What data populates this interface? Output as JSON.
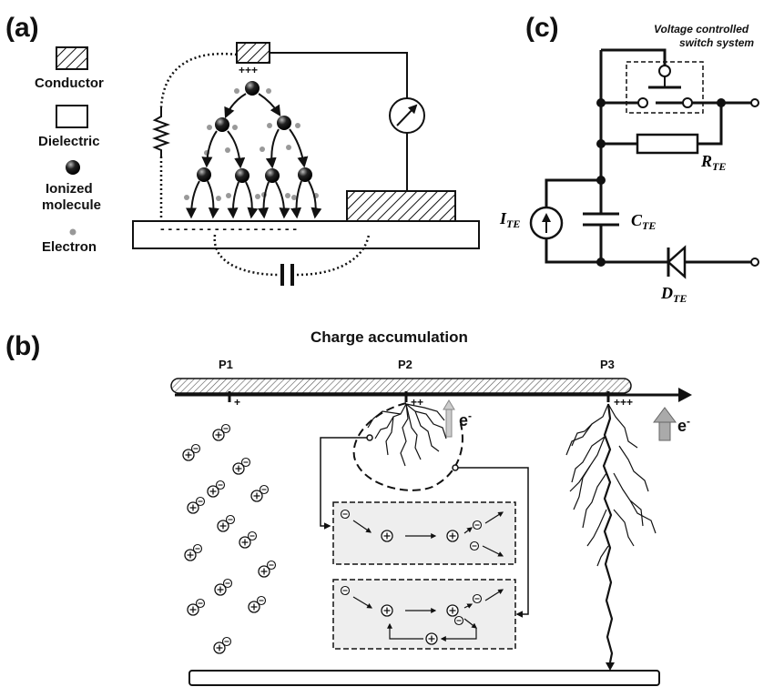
{
  "panels": {
    "a": "(a)",
    "b": "(b)",
    "c": "(c)"
  },
  "legend": {
    "conductor": "Conductor",
    "dielectric": "Dielectric",
    "ionized_line1": "Ionized",
    "ionized_line2": "molecule",
    "electron": "Electron"
  },
  "panel_a": {
    "plus_marks": "+++",
    "minus_marks": "- - - - - - - - - - - - - - - - - -"
  },
  "panel_c": {
    "switch_title_line1": "Voltage controlled",
    "switch_title_line2": "switch system",
    "i_label": "I",
    "i_sub": "TE",
    "c_label": "C",
    "c_sub": "TE",
    "r_label": "R",
    "r_sub": "TE",
    "d_label": "D",
    "d_sub": "TE"
  },
  "panel_b": {
    "title": "Charge accumulation",
    "p1": "P1",
    "p2": "P2",
    "p3": "P3",
    "p1_charge": "+",
    "p2_charge": "++",
    "p3_charge": "+++",
    "e_label": "e",
    "e_sup": "-"
  }
}
